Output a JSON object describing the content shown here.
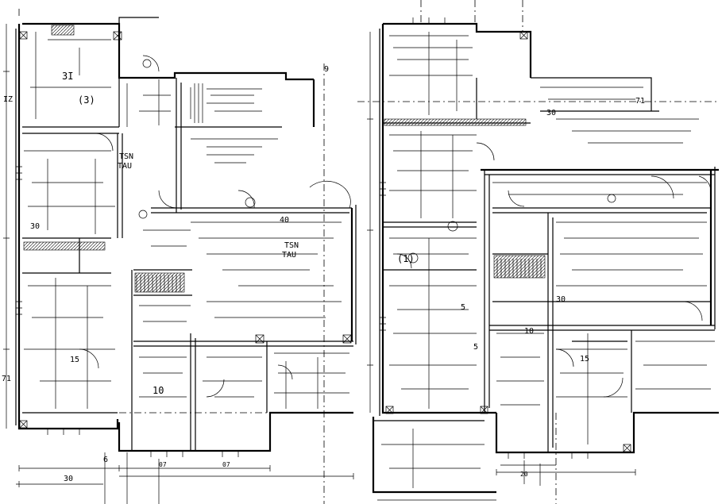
{
  "labels": {
    "l_01": "IZ",
    "l_02": "(3)",
    "l_03": "3I",
    "l_04": "TSN",
    "l_05": "TAU",
    "l_06": "40",
    "l_07": "TSN",
    "l_08": "TAU",
    "l_09": "10",
    "l_10": "30",
    "l_11": "6",
    "l_12": "71",
    "l_13": "30",
    "l_14": "9",
    "l_15": "07",
    "l_16": "07",
    "l_17": "30",
    "l_18": "15",
    "l_19": "(1)",
    "l_20": "5",
    "l_21": "5",
    "l_22": "71",
    "l_23": "30",
    "l_24": "15",
    "l_25": "10",
    "l_26": "20"
  }
}
